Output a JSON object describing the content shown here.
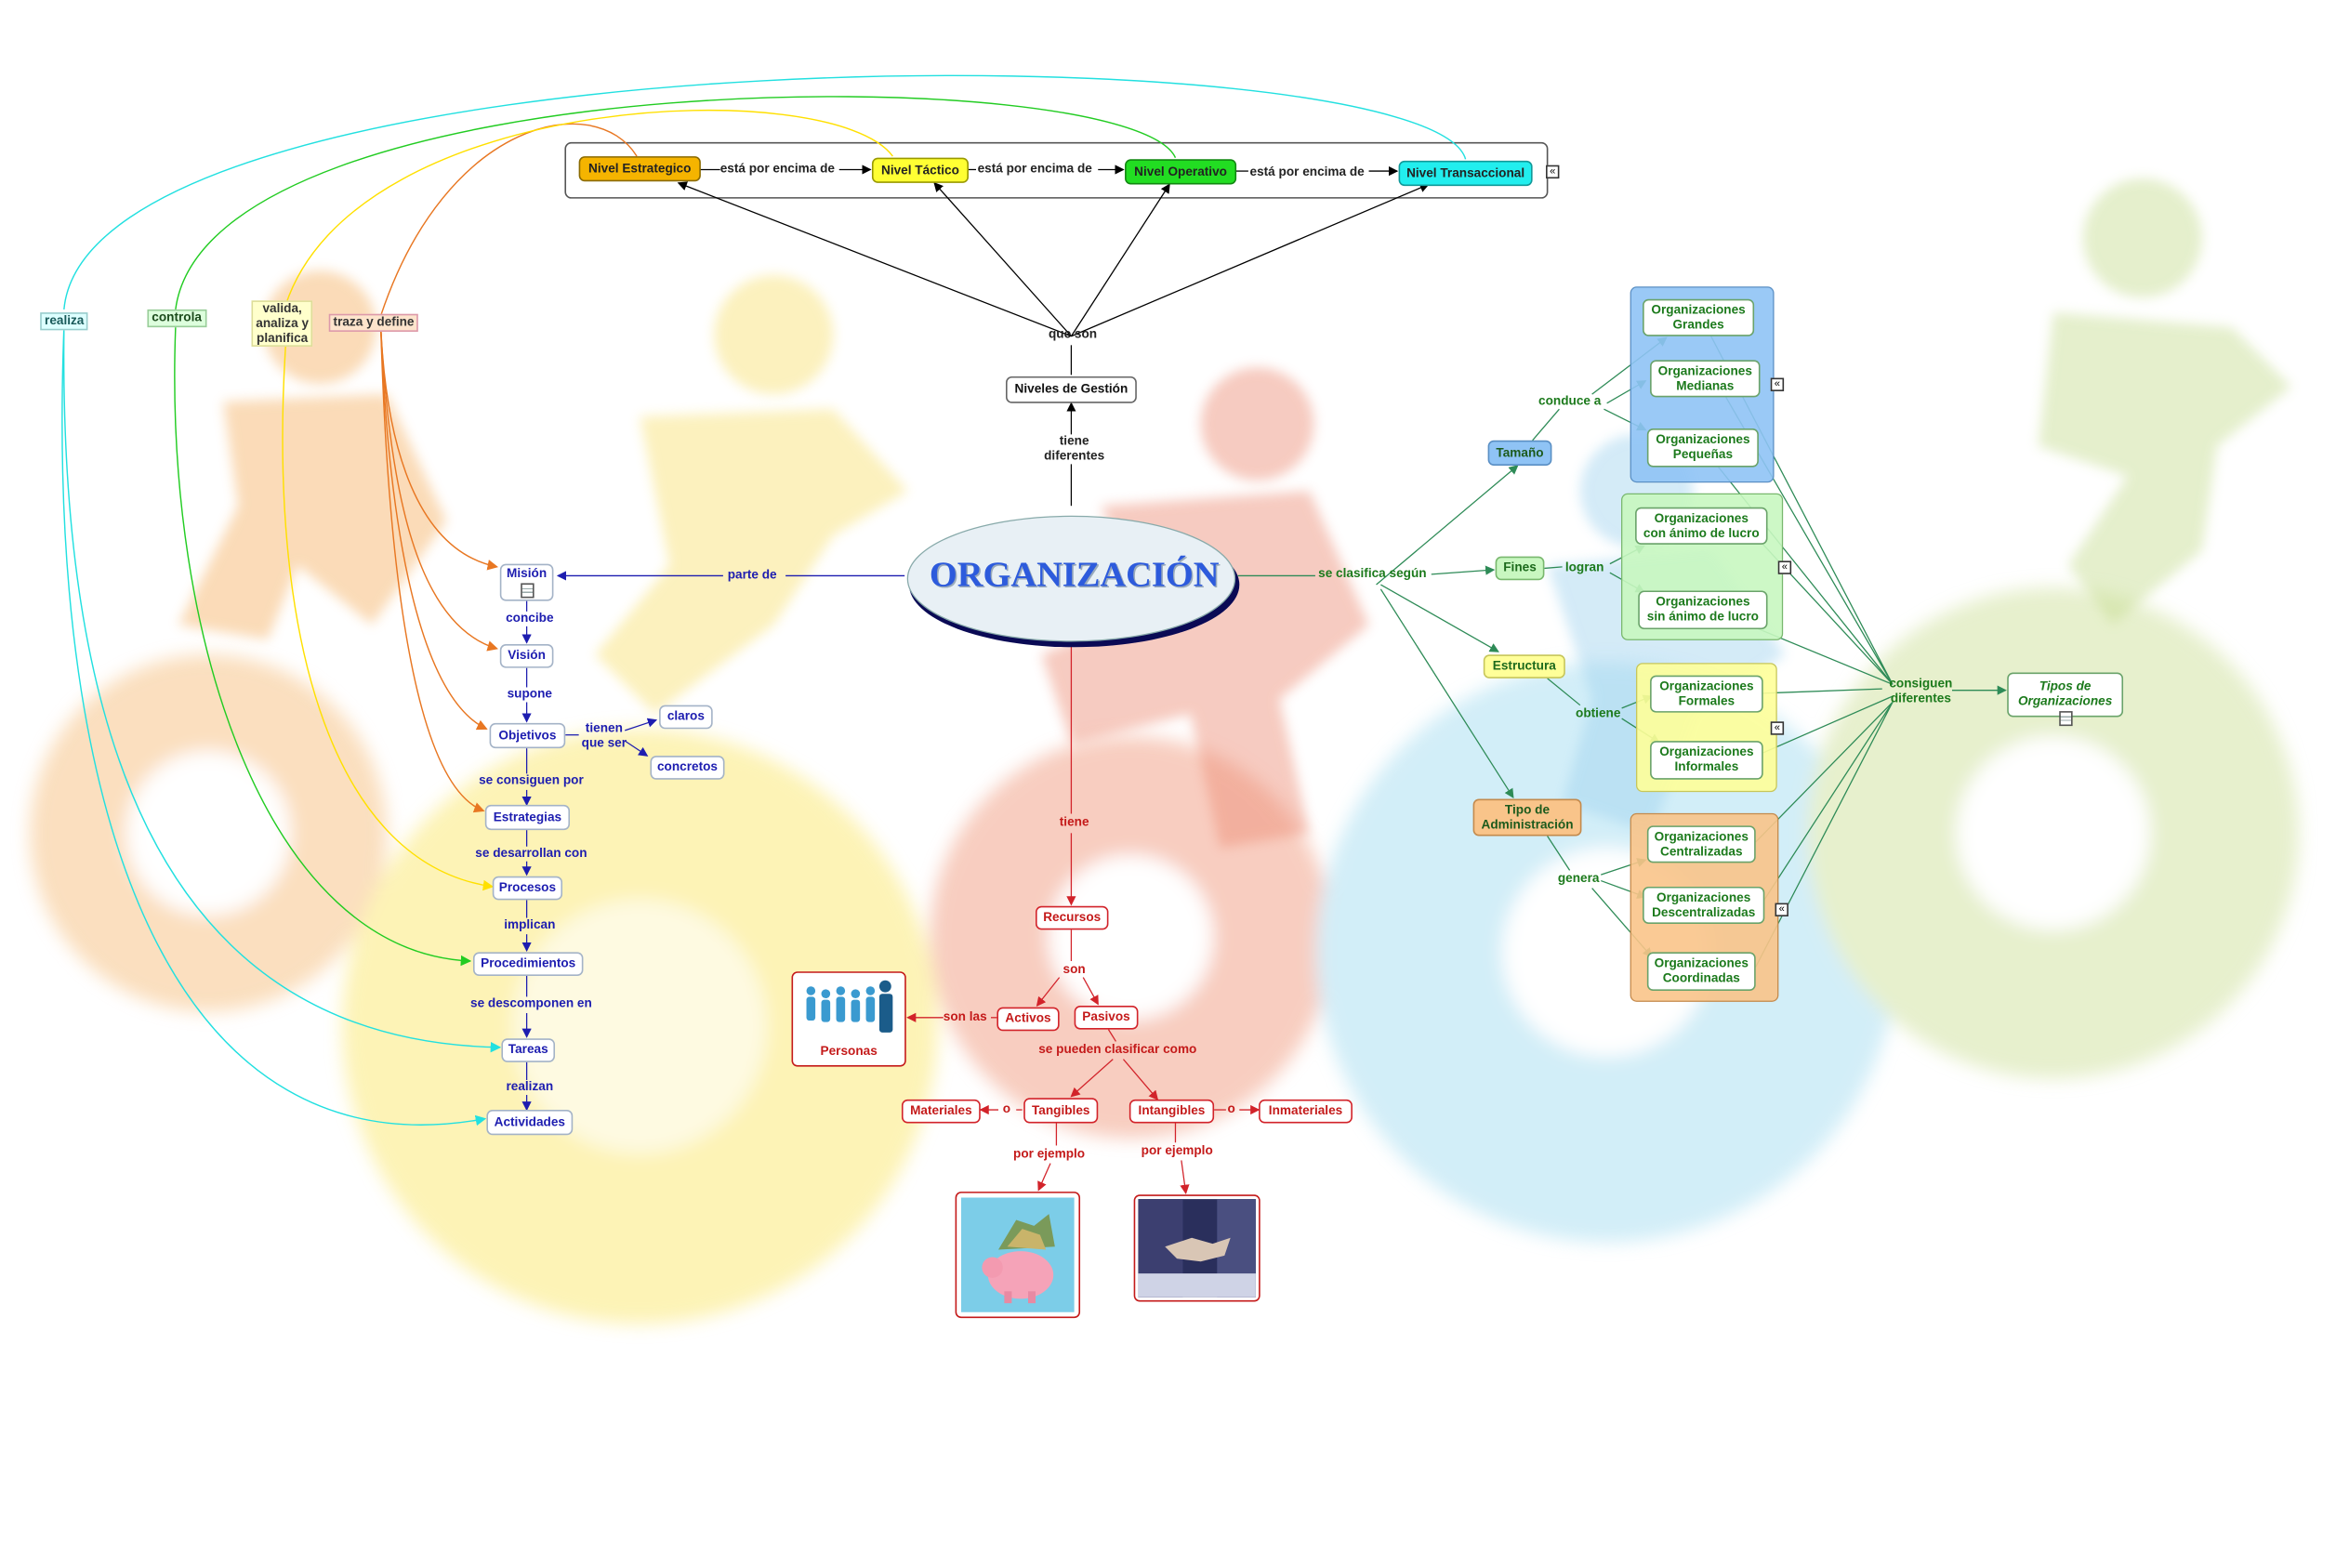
{
  "central": {
    "title": "ORGANIZACIÓN"
  },
  "top": {
    "tiene_diferentes": "tiene\ndiferentes",
    "niveles": "Niveles de Gestión",
    "que_son": "que son",
    "levels": [
      "Nivel Estrategico",
      "Nivel Táctico",
      "Nivel Operativo",
      "Nivel Transaccional"
    ],
    "encima": [
      "está por encima de",
      "está por encima de",
      "está por encima de"
    ],
    "colors": [
      "#f5b400",
      "#ffff33",
      "#22dd22",
      "#22eeee"
    ]
  },
  "left": {
    "parte_de": "parte de",
    "nodes": [
      "Misión",
      "Visión",
      "Objetivos",
      "Estrategias",
      "Procesos",
      "Procedimientos",
      "Tareas",
      "Actividades"
    ],
    "links": [
      "concibe",
      "supone",
      "se consiguen por",
      "se desarrollan con",
      "implican",
      "se descomponen en",
      "realizan"
    ],
    "tienen_que_ser": "tienen\nque ser",
    "claros": "claros",
    "concretos": "concretos",
    "arcs": [
      "realiza",
      "controla",
      "valida,\nanaliza y\nplanifica",
      "traza y define"
    ]
  },
  "bottom": {
    "tiene": "tiene",
    "recursos": "Recursos",
    "son": "son",
    "activos": "Activos",
    "pasivos": "Pasivos",
    "son_las": "son las",
    "personas": "Personas",
    "clasificar": "se pueden clasificar como",
    "tangibles": "Tangibles",
    "intangibles": "Intangibles",
    "o": "o",
    "materiales": "Materiales",
    "inmateriales": "Inmateriales",
    "por_ejemplo": "por ejemplo"
  },
  "right": {
    "clasifica": "se clasifica según",
    "criteria": [
      "Tamaño",
      "Fines",
      "Estructura",
      "Tipo de\nAdministración"
    ],
    "verbs": [
      "conduce a",
      "logran",
      "obtiene",
      "genera"
    ],
    "size": [
      "Organizaciones\nGrandes",
      "Organizaciones\nMedianas",
      "Organizaciones\nPequeñas"
    ],
    "fines": [
      "Organizaciones\ncon ánimo de lucro",
      "Organizaciones\nsin ánimo de lucro"
    ],
    "estructura": [
      "Organizaciones\nFormales",
      "Organizaciones\nInformales"
    ],
    "admin": [
      "Organizaciones\nCentralizadas",
      "Organizaciones\nDescentralizadas",
      "Organizaciones\nCoordinadas"
    ],
    "consiguen": "consiguen\ndiferentes",
    "tipos": "Tipos de\nOrganizaciones",
    "box_colors": [
      "#8fc3f5",
      "#c8f7c0",
      "#ffff99",
      "#f9c48a"
    ]
  }
}
